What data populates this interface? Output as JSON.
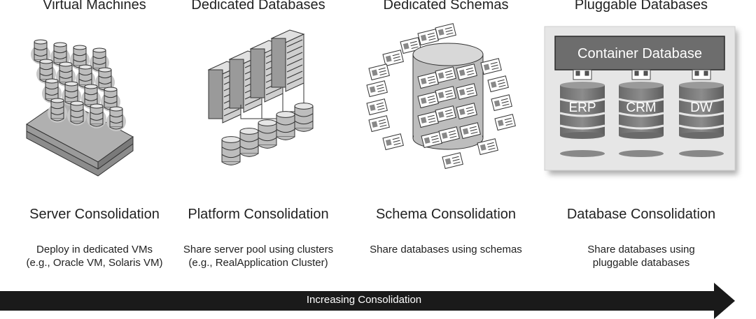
{
  "columns": [
    {
      "title": "Virtual Machines",
      "consolidation": "Server Consolidation",
      "description": [
        "Deploy in dedicated VMs",
        "(e.g., Oracle VM, Solaris VM)"
      ]
    },
    {
      "title": "Dedicated Databases",
      "consolidation": "Platform Consolidation",
      "description": [
        "Share server pool using clusters",
        "(e.g., RealApplication Cluster)"
      ]
    },
    {
      "title": "Dedicated Schemas",
      "consolidation": "Schema Consolidation",
      "description": [
        "Share databases using schemas"
      ]
    },
    {
      "title": "Pluggable Databases",
      "consolidation": "Database Consolidation",
      "description": [
        "Share databases using",
        "pluggable databases"
      ]
    }
  ],
  "container": {
    "label": "Container Database",
    "pluggables": [
      "ERP",
      "CRM",
      "DW"
    ]
  },
  "arrow": {
    "label": "Increasing Consolidation"
  }
}
